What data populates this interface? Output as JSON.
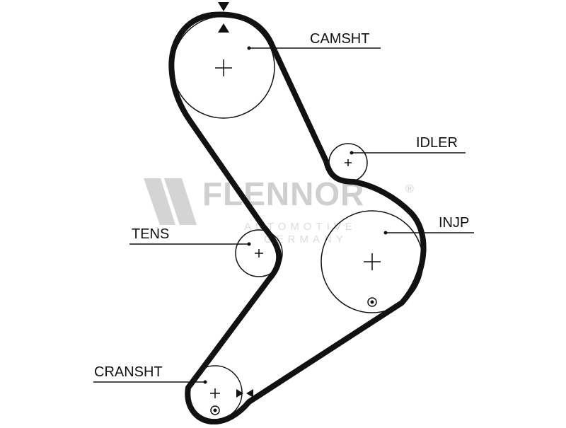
{
  "diagram": {
    "labels": {
      "camshaft": "CAMSHT",
      "idler": "IDLER",
      "tensioner": "TENS",
      "injection_pump": "INJP",
      "crankshaft": "CRANSHT"
    }
  },
  "watermark": {
    "brand": "FLENNOR",
    "registered": "®",
    "line1": "AUTOMOTIVE",
    "line2": "GERMANY"
  },
  "colors": {
    "belt": "#111111",
    "watermark": "#cfcfcf"
  }
}
